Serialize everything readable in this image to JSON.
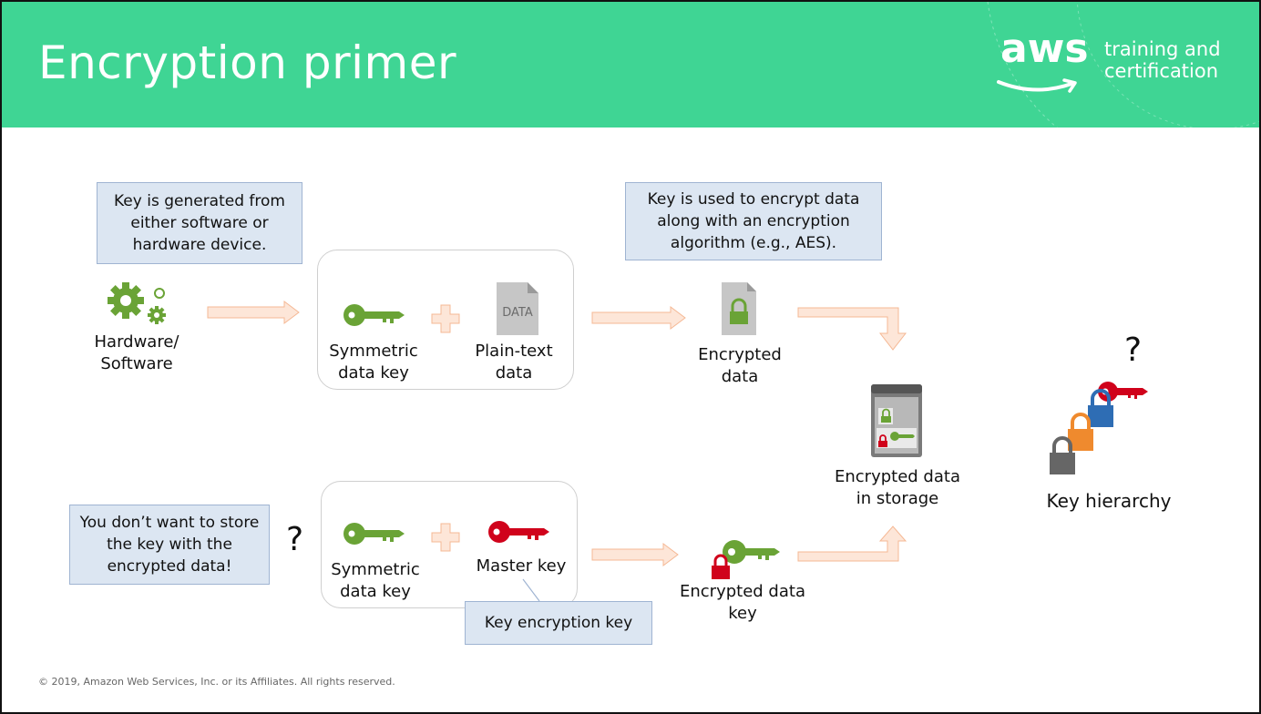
{
  "slide": {
    "title": "Encryption primer",
    "logo": {
      "word": "aws",
      "tag_line1": "training and",
      "tag_line2": "certification"
    },
    "copyright": "© 2019, Amazon Web Services, Inc. or its Affiliates. All rights reserved."
  },
  "callouts": {
    "key_generated": "Key is generated from either software or hardware device.",
    "key_used": "Key is used to encrypt data along with an encryption algorithm (e.g., AES).",
    "dont_store": "You don’t want to store the key with the encrypted data!",
    "key_encryption_key": "Key encryption key"
  },
  "labels": {
    "hardware_software": "Hardware/ Software",
    "symmetric_key_top": "Symmetric data key",
    "plaintext": "Plain-text data",
    "data_doc_text": "DATA",
    "encrypted_data": "Encrypted data",
    "encrypted_storage": "Encrypted data in storage",
    "symmetric_key_bottom": "Symmetric data key",
    "master_key": "Master key",
    "encrypted_data_key": "Encrypted data key",
    "key_hierarchy": "Key hierarchy",
    "question_mark": "?"
  },
  "colors": {
    "header": "#3fd594",
    "key_green": "#6aa336",
    "key_red": "#d0021b",
    "lock_blue": "#2e6db4",
    "lock_orange": "#ef8a2e",
    "lock_gray": "#666666",
    "arrow_fill": "#fde6d8",
    "arrow_stroke": "#f5b894",
    "callout_bg": "#dce6f2"
  }
}
